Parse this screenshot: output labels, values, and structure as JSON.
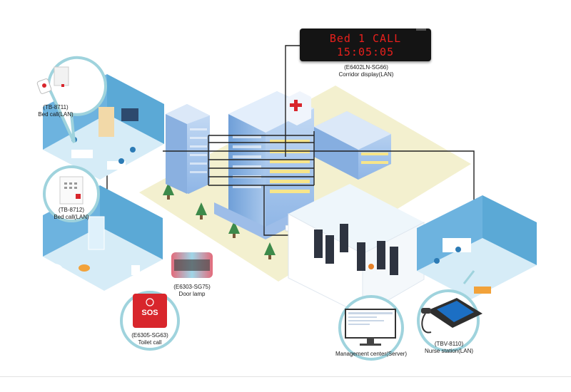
{
  "corridor_display": {
    "line1": "Bed 1 CALL",
    "line2": "15:05:05",
    "model": "(E6402LN-SG66)",
    "caption": "Corridor display(LAN)"
  },
  "bed_call_1": {
    "model": "(TB-8711)",
    "caption": "Bed call(LAN)"
  },
  "bed_call_2": {
    "model": "(TB-8712)",
    "caption": "Bed call(LAN)"
  },
  "door_lamp": {
    "model": "(E6303-SG75)",
    "caption": "Door lamp"
  },
  "toilet_call": {
    "model": "(E6305-SG63)",
    "caption": "Toilet call",
    "button_text": "SOS"
  },
  "management_center": {
    "caption": "Management center(Server)"
  },
  "nurse_station": {
    "model": "(TBV-8110)",
    "caption": "Nurse station(LAN)"
  },
  "colors": {
    "wire": "#222222",
    "ground": "#f3f0cf",
    "building": "#a9c8ec",
    "building_dark": "#6f9fd8",
    "room_wall": "#5ba9d6",
    "room_floor": "#d6ecf7",
    "callout_ring": "#9fd3dd",
    "display_text": "#e8201c",
    "sos_red": "#d8262c"
  }
}
